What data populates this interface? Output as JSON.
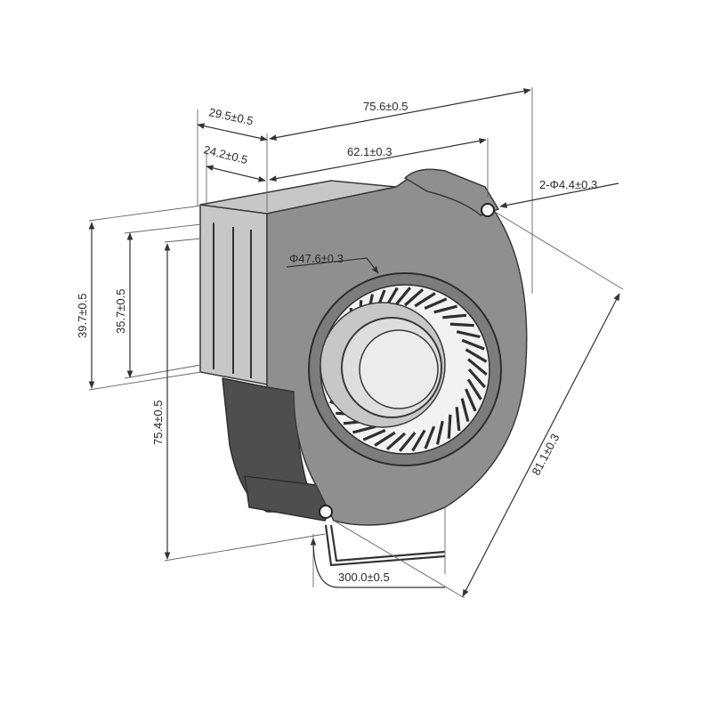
{
  "dimensions": {
    "depth_overall": "29.5±0.5",
    "width_overall": "75.6±0.5",
    "outlet_depth": "24.2±0.5",
    "outlet_to_hole": "62.1±0.3",
    "mount_holes": "2-Φ4.4±0.3",
    "inlet_diameter": "Φ47.6±0.3",
    "outlet_height_outer": "39.7±0.5",
    "outlet_height_inner": "35.7±0.5",
    "height_overall": "75.4±0.5",
    "hole_spacing": "81.1±0.3",
    "cable_length": "300.0±0.5"
  }
}
